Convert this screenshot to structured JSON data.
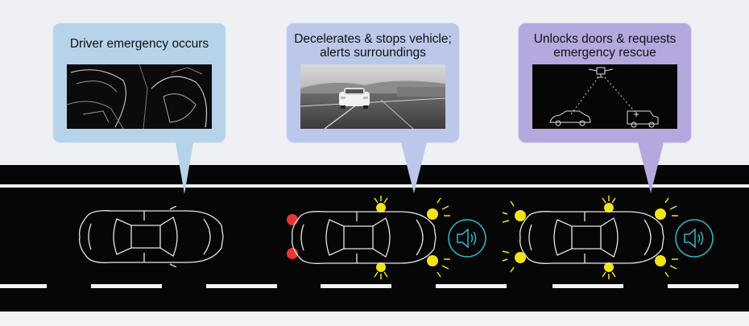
{
  "steps": [
    {
      "caption": "Driver emergency occurs",
      "color": "#b6d3ea",
      "icon": "driver-cabin-illustration"
    },
    {
      "caption": "Decelerates & stops vehicle;\nalerts surroundings",
      "color": "#bbc8ea",
      "icon": "highway-car-photo"
    },
    {
      "caption": "Unlocks doors & requests\nemergency rescue",
      "color": "#b5a8df",
      "icon": "rescue-signal-illustration"
    }
  ],
  "colors": {
    "road": "#060606",
    "road_line": "#f4f4f4",
    "hazard_light": "#f2e21a",
    "brake_light": "#ff3b3b",
    "speaker": "#2fb7c8",
    "car_outline": "#e6e6e6"
  }
}
